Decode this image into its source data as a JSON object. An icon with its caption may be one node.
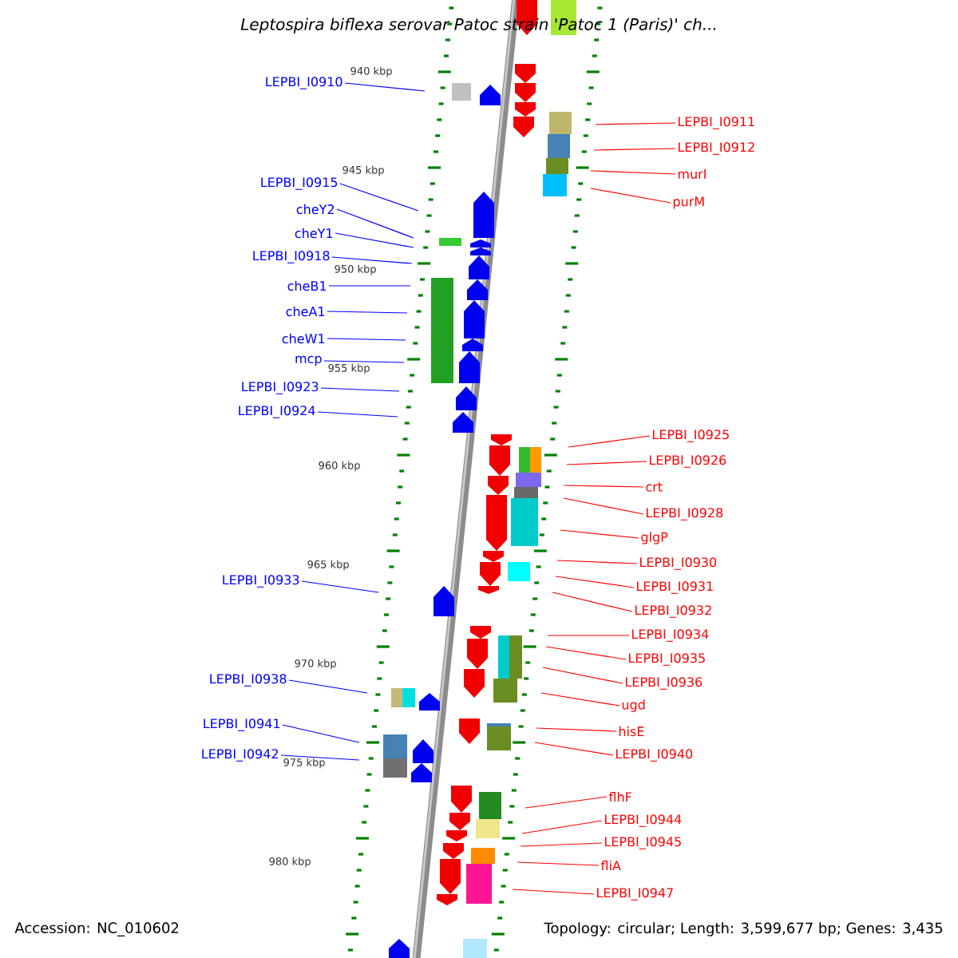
{
  "diagram": {
    "title": "Leptospira biflexa serovar Patoc strain 'Patoc 1 (Paris)' ch...",
    "nodes": [
      {
        "text": [
          "LEPBI_I0910"
        ]
      },
      {
        "text": [
          "LEPBI_I0911"
        ]
      },
      {
        "text": [
          "LEPBI_I0912"
        ]
      },
      {
        "text": [
          "murI"
        ]
      },
      {
        "text": [
          "purM"
        ]
      },
      {
        "text": [
          "LEPBI_I0915"
        ]
      },
      {
        "text": [
          "cheY2"
        ]
      },
      {
        "text": [
          "cheY1"
        ]
      },
      {
        "text": [
          "LEPBI_I0918"
        ]
      },
      {
        "text": [
          "cheB1"
        ]
      },
      {
        "text": [
          "cheA1"
        ]
      },
      {
        "text": [
          "cheW1"
        ]
      },
      {
        "text": [
          "mcp"
        ]
      },
      {
        "text": [
          "LEPBI_I0923"
        ]
      },
      {
        "text": [
          "LEPBI_I0924"
        ]
      },
      {
        "text": [
          "LEPBI_I0925"
        ]
      },
      {
        "text": [
          "LEPBI_I0926"
        ]
      },
      {
        "text": [
          "crt"
        ]
      },
      {
        "text": [
          "LEPBI_I0928"
        ]
      },
      {
        "text": [
          "glgP"
        ]
      },
      {
        "text": [
          "LEPBI_I0930"
        ]
      },
      {
        "text": [
          "LEPBI_I0931"
        ]
      },
      {
        "text": [
          "LEPBI_I0932"
        ]
      },
      {
        "text": [
          "LEPBI_I0933"
        ]
      },
      {
        "text": [
          "LEPBI_I0934"
        ]
      },
      {
        "text": [
          "LEPBI_I0935"
        ]
      },
      {
        "text": [
          "LEPBI_I0936"
        ]
      },
      {
        "text": [
          "ugd"
        ]
      },
      {
        "text": [
          "LEPBI_I0938"
        ]
      },
      {
        "text": [
          "hisE"
        ]
      },
      {
        "text": [
          "LEPBI_I0940"
        ]
      },
      {
        "text": [
          "LEPBI_I0941"
        ]
      },
      {
        "text": [
          "LEPBI_I0942"
        ]
      },
      {
        "text": [
          "flhF"
        ]
      },
      {
        "text": [
          "LEPBI_I0944"
        ]
      },
      {
        "text": [
          "LEPBI_I0945"
        ]
      },
      {
        "text": [
          "fliA"
        ]
      },
      {
        "text": [
          "LEPBI_I0947"
        ]
      }
    ],
    "edges": [
      {
        "from": 0,
        "to": null,
        "arrow": "none",
        "color": "#0000ff"
      },
      {
        "from": 1,
        "to": null,
        "arrow": "none"
      },
      {
        "from": 2,
        "to": null,
        "arrow": "none"
      },
      {
        "from": 3,
        "to": null,
        "arrow": "none"
      },
      {
        "from": 4,
        "to": null,
        "arrow": "none"
      },
      {
        "from": 5,
        "to": null,
        "arrow": "none",
        "color": "#0000ff"
      },
      {
        "from": 6,
        "to": null,
        "arrow": "none",
        "color": "#0000ff"
      },
      {
        "from": 7,
        "to": null,
        "arrow": "none",
        "color": "#0000ff"
      },
      {
        "from": 8,
        "to": null,
        "arrow": "none",
        "color": "#0000ff"
      },
      {
        "from": 9,
        "to": null,
        "arrow": "none",
        "color": "#0000ff"
      },
      {
        "from": 10,
        "to": null,
        "arrow": "none",
        "color": "#0000ff"
      },
      {
        "from": 11,
        "to": null,
        "arrow": "none",
        "color": "#0000ff"
      },
      {
        "from": 12,
        "to": null,
        "arrow": "none",
        "color": "#0000ff"
      },
      {
        "from": 13,
        "to": null,
        "arrow": "none",
        "color": "#0000ff"
      },
      {
        "from": 14,
        "to": null,
        "arrow": "none",
        "color": "#0000ff"
      },
      {
        "from": 15,
        "to": null,
        "arrow": "none"
      },
      {
        "from": 16,
        "to": null,
        "arrow": "none"
      },
      {
        "from": 17,
        "to": null,
        "arrow": "none"
      },
      {
        "from": 18,
        "to": null,
        "arrow": "none"
      },
      {
        "from": 19,
        "to": null,
        "arrow": "none"
      },
      {
        "from": 20,
        "to": null,
        "arrow": "none"
      },
      {
        "from": 21,
        "to": null,
        "arrow": "none"
      },
      {
        "from": 22,
        "to": null,
        "arrow": "none"
      },
      {
        "from": 23,
        "to": null,
        "arrow": "none",
        "color": "#0000ff"
      },
      {
        "from": 24,
        "to": null,
        "arrow": "none"
      },
      {
        "from": 25,
        "to": null,
        "arrow": "none"
      },
      {
        "from": 26,
        "to": null,
        "arrow": "none"
      },
      {
        "from": 27,
        "to": null,
        "arrow": "none"
      },
      {
        "from": 28,
        "to": null,
        "arrow": "none",
        "color": "#0000ff"
      },
      {
        "from": 29,
        "to": null,
        "arrow": "none"
      },
      {
        "from": 30,
        "to": null,
        "arrow": "none"
      },
      {
        "from": 31,
        "to": null,
        "arrow": "none",
        "color": "#0000ff"
      },
      {
        "from": 32,
        "to": null,
        "arrow": "none",
        "color": "#0000ff"
      },
      {
        "from": 33,
        "to": null,
        "arrow": "none"
      },
      {
        "from": 34,
        "to": null,
        "arrow": "none"
      },
      {
        "from": 35,
        "to": null,
        "arrow": "none"
      },
      {
        "from": 36,
        "to": null,
        "arrow": "none"
      },
      {
        "from": 37,
        "to": null,
        "arrow": "none"
      }
    ],
    "labels": [
      "940 kbp",
      "945 kbp",
      "950 kbp",
      "955 kbp",
      "960 kbp",
      "965 kbp",
      "970 kbp",
      "975 kbp",
      "980 kbp",
      "Accession: NC_010602",
      "Topology: circular; Length: 3,599,677 bp; Genes: 3,435"
    ]
  }
}
